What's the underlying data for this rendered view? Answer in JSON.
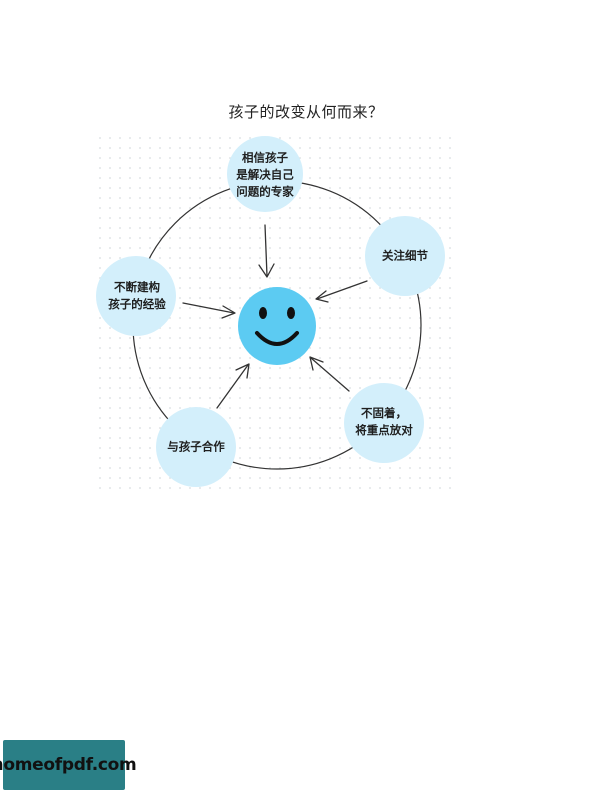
{
  "page": {
    "title": "孩子的改变从何而来？"
  },
  "diagram": {
    "center": {
      "icon": "smiley-face-icon",
      "color": "#5ccbf2"
    },
    "node_color": "#d3effb",
    "nodes": [
      {
        "label": "相信孩子\n是解决自己\n问题的专家"
      },
      {
        "label": "关注细节"
      },
      {
        "label": "不固着，\n将重点放对"
      },
      {
        "label": "与孩子合作"
      },
      {
        "label": "不断建构\n孩子的经验"
      }
    ]
  },
  "watermark": {
    "text": "homeofpdf.com",
    "color": "#2a7f86"
  }
}
